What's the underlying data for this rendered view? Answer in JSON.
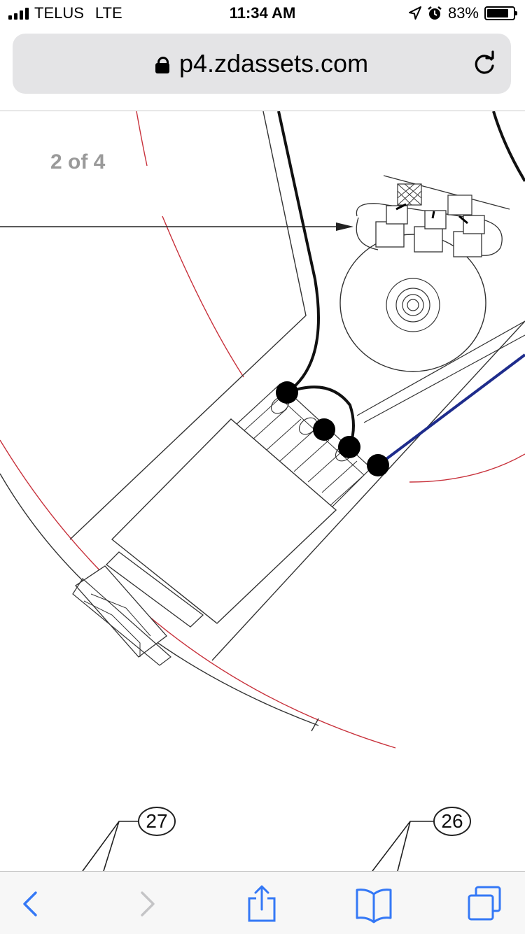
{
  "status_bar": {
    "carrier": "TELUS",
    "network": "LTE",
    "time": "11:34 AM",
    "battery_percent": "83%",
    "battery_level": 0.83,
    "icons": [
      "signal-icon",
      "location-arrow-icon",
      "alarm-icon",
      "battery-icon"
    ]
  },
  "address_bar": {
    "url": "p4.zdassets.com",
    "icons": [
      "lock-icon",
      "reload-icon"
    ]
  },
  "document": {
    "page_indicator": "2 of 4",
    "callouts": [
      "27",
      "26"
    ]
  },
  "toolbar": {
    "icons": [
      "back-icon",
      "forward-icon",
      "share-icon",
      "bookmarks-icon",
      "tabs-icon"
    ]
  },
  "colors": {
    "accent": "#3478f6",
    "disabled": "#c4c4c6",
    "diagram_red": "#c8323c",
    "diagram_blue": "#1e2c8c"
  }
}
